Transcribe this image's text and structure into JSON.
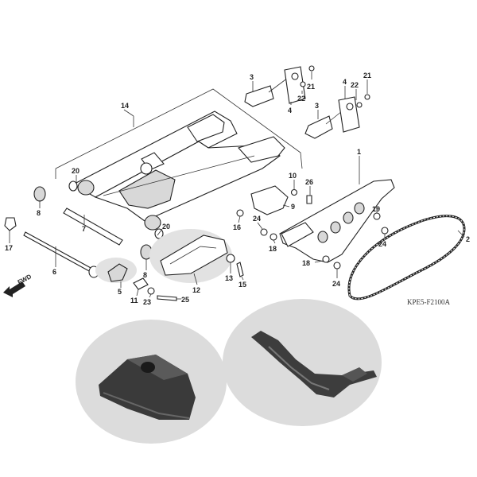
{
  "diagram": {
    "code": "KPE5-F2100A",
    "fwd_label": "FWD",
    "callouts": [
      {
        "id": "c14",
        "text": "14"
      },
      {
        "id": "c20a",
        "text": "20"
      },
      {
        "id": "c8a",
        "text": "8"
      },
      {
        "id": "c17",
        "text": "17"
      },
      {
        "id": "c7",
        "text": "7"
      },
      {
        "id": "c6",
        "text": "6"
      },
      {
        "id": "c20b",
        "text": "20"
      },
      {
        "id": "c8b",
        "text": "8"
      },
      {
        "id": "c5",
        "text": "5"
      },
      {
        "id": "c11",
        "text": "11"
      },
      {
        "id": "c23",
        "text": "23"
      },
      {
        "id": "c25",
        "text": "25"
      },
      {
        "id": "c12",
        "text": "12"
      },
      {
        "id": "c13",
        "text": "13"
      },
      {
        "id": "c15",
        "text": "15"
      },
      {
        "id": "c16",
        "text": "16"
      },
      {
        "id": "c9",
        "text": "9"
      },
      {
        "id": "c10",
        "text": "10"
      },
      {
        "id": "c26",
        "text": "26"
      },
      {
        "id": "c24a",
        "text": "24"
      },
      {
        "id": "c18a",
        "text": "18"
      },
      {
        "id": "c1",
        "text": "1"
      },
      {
        "id": "c19",
        "text": "19"
      },
      {
        "id": "c24b",
        "text": "24"
      },
      {
        "id": "c18b",
        "text": "18"
      },
      {
        "id": "c24c",
        "text": "24"
      },
      {
        "id": "c2",
        "text": "2"
      },
      {
        "id": "c3a",
        "text": "3"
      },
      {
        "id": "c22a",
        "text": "22"
      },
      {
        "id": "c21a",
        "text": "21"
      },
      {
        "id": "c4a",
        "text": "4"
      },
      {
        "id": "c4b",
        "text": "4"
      },
      {
        "id": "c21b",
        "text": "21"
      },
      {
        "id": "c22b",
        "text": "22"
      },
      {
        "id": "c3b",
        "text": "3"
      }
    ]
  }
}
